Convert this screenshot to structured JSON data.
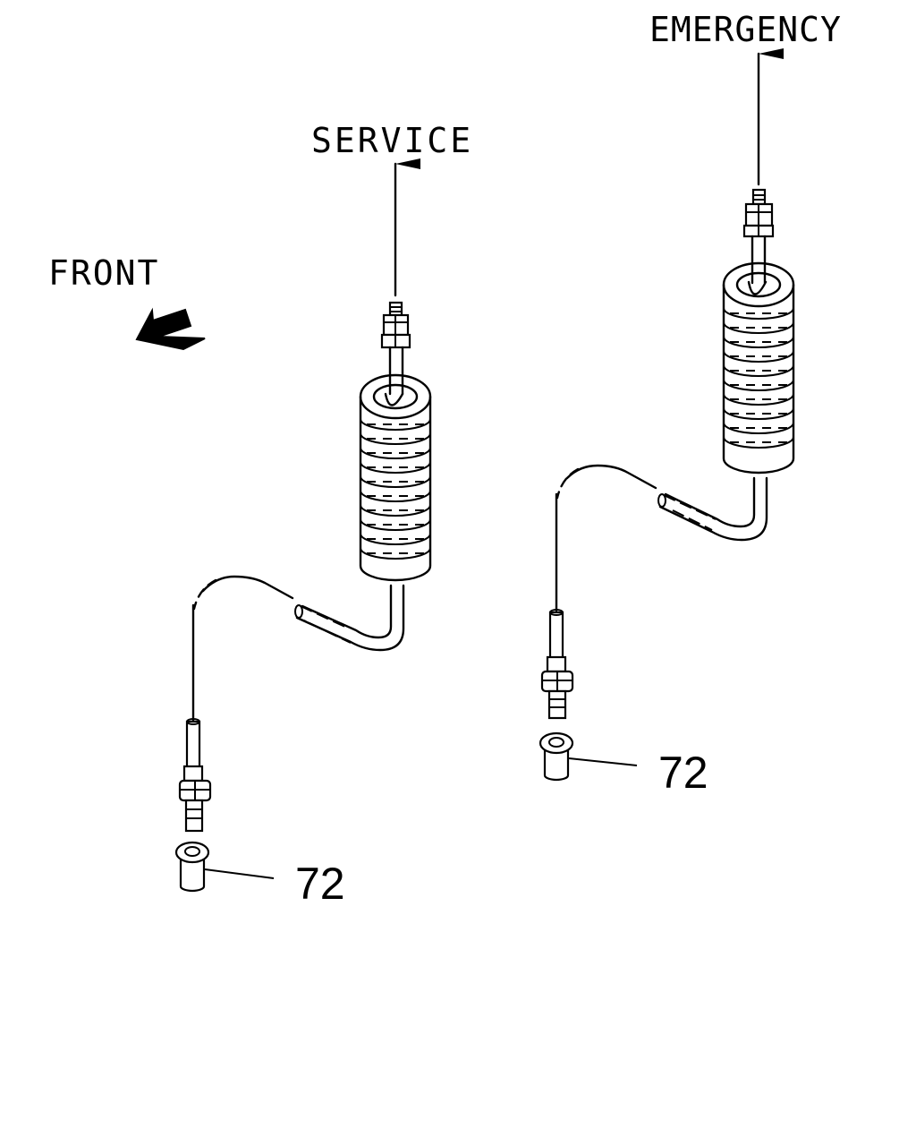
{
  "labels": {
    "service": "SERVICE",
    "emergency": "EMERGENCY",
    "front": "FRONT",
    "part_left": "72",
    "part_right": "72"
  },
  "parts": [
    {
      "callout": "72",
      "line": "service"
    },
    {
      "callout": "72",
      "line": "emergency"
    }
  ]
}
